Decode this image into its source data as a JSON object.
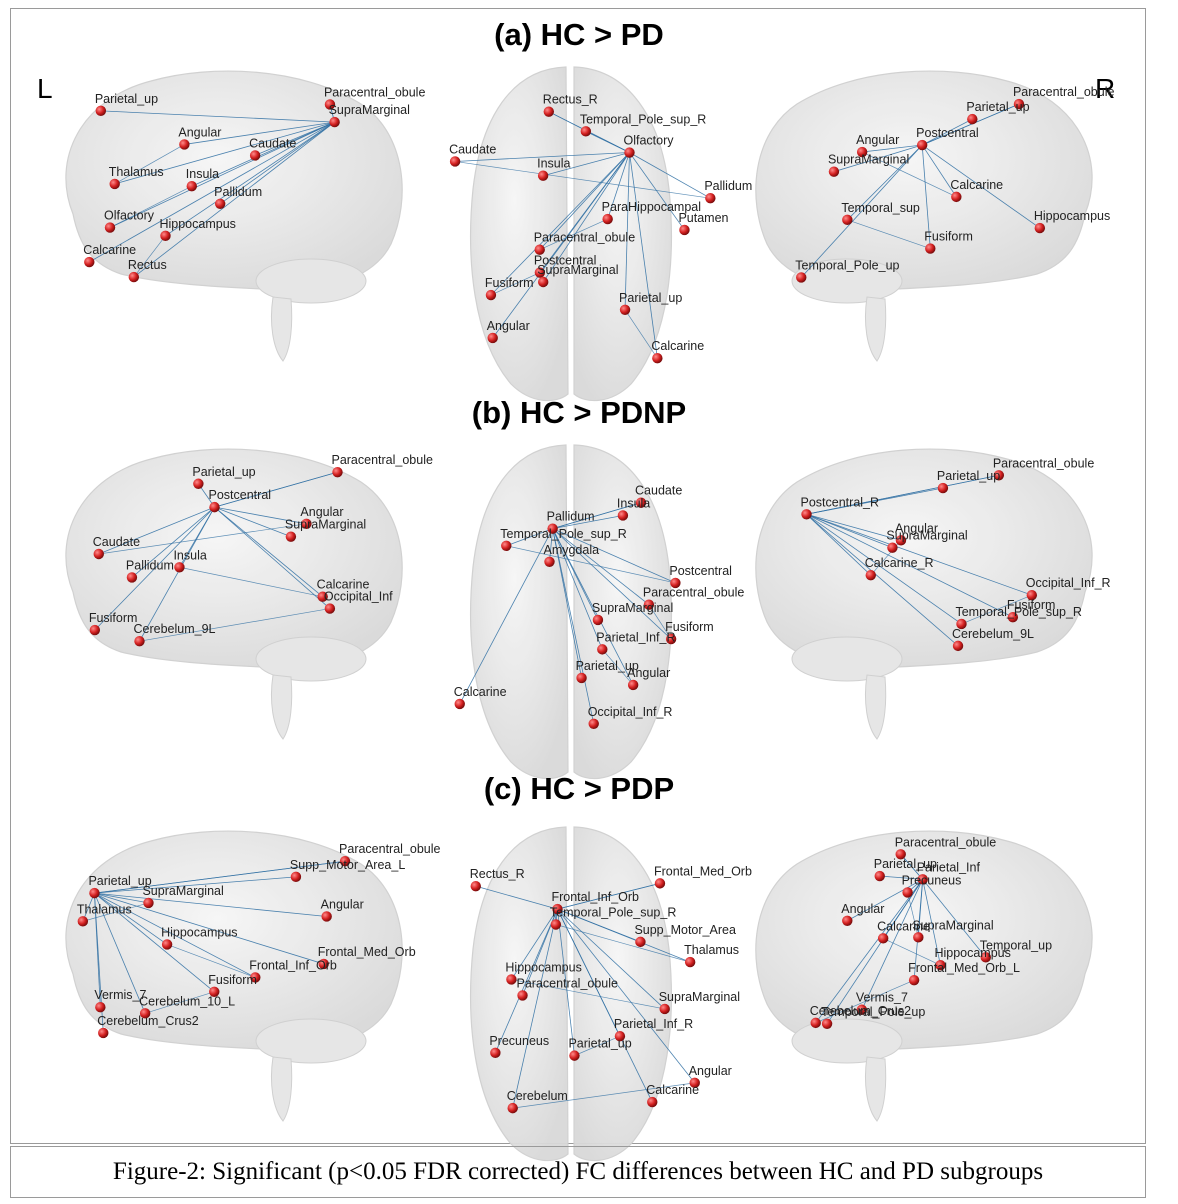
{
  "side_labels": {
    "left": "L",
    "right": "R"
  },
  "panels": [
    {
      "title": "(a) HC > PD",
      "labels": {
        "left": [
          "Paracentral_obule",
          "Parietal_up",
          "SupraMarginal",
          "Angular",
          "Caudate",
          "Thalamus",
          "Insula",
          "Pallidum",
          "Olfactory",
          "Hippocampus",
          "Calcarine",
          "Rectus"
        ],
        "top": [
          "Rectus_R",
          "Temporal_Pole_sup_R",
          "Olfactory",
          "Caudate",
          "Insula",
          "Pallidum",
          "ParaHippocampal",
          "Putamen",
          "Paracentral_obule",
          "Postcentral",
          "SupraMarginal",
          "Fusiform",
          "Parietal_up",
          "Angular",
          "Calcarine"
        ],
        "right": [
          "Paracentral_obule",
          "Parietal_up",
          "Postcentral",
          "Angular",
          "SupraMarginal",
          "Calcarine",
          "Temporal_sup",
          "Hippocampus",
          "Fusiform",
          "Temporal_Pole_up"
        ]
      }
    },
    {
      "title": "(b) HC > PDNP",
      "labels": {
        "left": [
          "Paracentral_obule",
          "Parietal_up",
          "Postcentral",
          "Angular",
          "SupraMarginal",
          "Caudate",
          "Insula",
          "Pallidum",
          "Calcarine",
          "Occipital_Inf",
          "Fusiform",
          "Cerebelum_9L"
        ],
        "top": [
          "Caudate",
          "Insula",
          "Pallidum",
          "Temporal_Pole_sup_R",
          "Amygdala",
          "Postcentral",
          "Paracentral_obule",
          "SupraMarginal",
          "Fusiform",
          "Parietal_Inf_R",
          "Parietal_up",
          "Angular",
          "Calcarine",
          "Occipital_Inf_R"
        ],
        "right": [
          "Paracentral_obule",
          "Parietal_up",
          "Postcentral_R",
          "Angular",
          "SupraMarginal",
          "Calcarine_R",
          "Occipital_Inf_R",
          "Fusiform",
          "Temporal_Pole_sup_R",
          "Cerebelum_9L"
        ]
      }
    },
    {
      "title": "(c) HC > PDP",
      "labels": {
        "left": [
          "Paracentral_obule",
          "Supp_Motor_Area_L",
          "Parietal_up",
          "SupraMarginal",
          "Angular",
          "Thalamus",
          "Hippocampus",
          "Frontal_Med_Orb",
          "Frontal_Inf_Orb",
          "Fusiform",
          "Vermis_7",
          "Cerebelum_10_L",
          "Cerebelum_Crus2"
        ],
        "top": [
          "Frontal_Med_Orb",
          "Rectus_R",
          "Frontal_Inf_Orb",
          "Temporal_Pole_sup_R",
          "Supp_Motor_Area",
          "Thalamus",
          "Hippocampus",
          "Paracentral_obule",
          "SupraMarginal",
          "Parietal_Inf_R",
          "Precuneus",
          "Parietal_up",
          "Angular",
          "Calcarine",
          "Cerebelum"
        ],
        "right": [
          "Paracentral_obule",
          "Parietal_up",
          "Parietal_Inf",
          "Precuneus",
          "Angular",
          "SupraMarginal",
          "Calcarine",
          "Temporal_up",
          "Hippocampus",
          "Frontal_Med_Orb_L",
          "Vermis_7",
          "Cerebelum_Crus2",
          "Temporal_Pole_up"
        ]
      }
    }
  ],
  "caption": "Figure-2: Significant (p<0.05 FDR corrected) FC differences between HC and PD subgroups",
  "colors": {
    "node": "#d42020",
    "edge": "#2f6fa3",
    "brain": "#e2e2e2"
  }
}
